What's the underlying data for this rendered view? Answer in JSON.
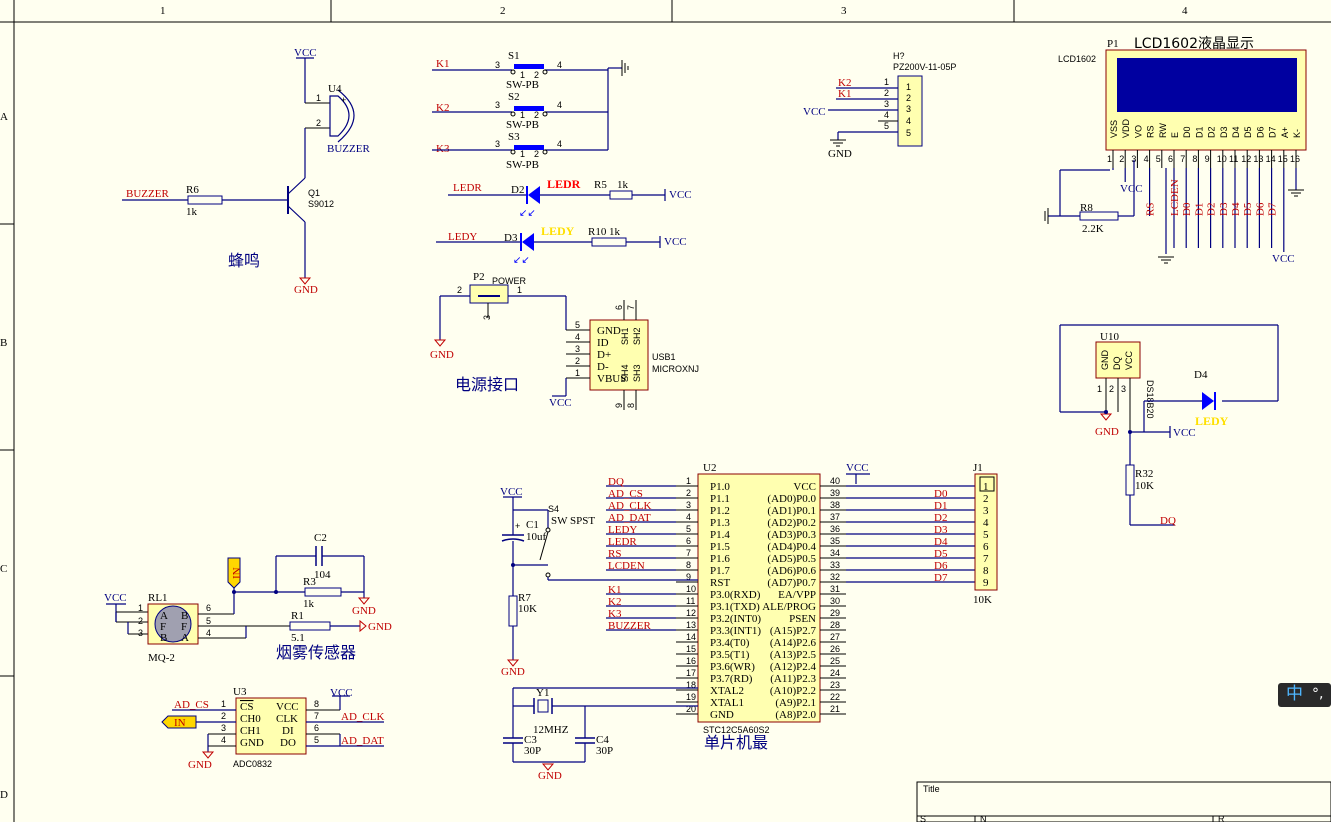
{
  "frame": {
    "cols": [
      "1",
      "2",
      "3",
      "4"
    ],
    "rows": [
      "A",
      "B",
      "C",
      "D"
    ],
    "title_label": "Title",
    "size_label": "S",
    "number_label": "N",
    "revision_label": "R"
  },
  "buzzer": {
    "vcc": "VCC",
    "ref": "U4",
    "value": "BUZZER",
    "q_ref": "Q1",
    "q_part": "S9012",
    "r_ref": "R6",
    "r_val": "1k",
    "net": "BUZZER",
    "gnd": "GND",
    "caption": "蜂鸣",
    "pins": [
      "1",
      "2"
    ]
  },
  "switches": [
    {
      "net": "K1",
      "ref": "S1",
      "part": "SW-PB",
      "pins": [
        "3",
        "1",
        "2",
        "4"
      ]
    },
    {
      "net": "K2",
      "ref": "S2",
      "part": "SW-PB",
      "pins": [
        "3",
        "1",
        "2",
        "4"
      ]
    },
    {
      "net": "K3",
      "ref": "S3",
      "part": "SW-PB",
      "pins": [
        "3",
        "1",
        "2",
        "4"
      ]
    }
  ],
  "leds": [
    {
      "net": "LEDR",
      "ref": "D2",
      "label": "LEDR",
      "r_ref": "R5",
      "r_val": "1k",
      "vcc": "VCC",
      "color": "#FF0000"
    },
    {
      "net": "LEDY",
      "ref": "D3",
      "label": "LEDY",
      "r_ref": "R10",
      "r_val": "1k",
      "vcc": "VCC",
      "color": "#FFE000"
    }
  ],
  "power": {
    "p_ref": "P2",
    "p_name": "POWER",
    "pins": [
      "2",
      "1",
      "3"
    ],
    "gnd": "GND",
    "usb_ref": "USB1",
    "usb_part": "MICROXNJ",
    "vcc": "VCC",
    "usb_pins": [
      "GND",
      "ID",
      "D+",
      "D-",
      "VBUS"
    ],
    "usb_pin_nums": [
      "5",
      "4",
      "3",
      "2",
      "1"
    ],
    "usb_sh": [
      "SH1",
      "SH2",
      "SH4",
      "SH3"
    ],
    "usb_sh_nums": [
      "6",
      "7",
      "9",
      "8"
    ],
    "caption": "电源接口"
  },
  "header": {
    "ref": "H?",
    "part": "PZ200V-11-05P",
    "nets": [
      "K2",
      "K1",
      "VCC"
    ],
    "pins": [
      "1",
      "2",
      "3",
      "4",
      "5"
    ],
    "gnd": "GND"
  },
  "lcd": {
    "ref": "P1",
    "title": "LCD1602液晶显示",
    "part": "LCD1602",
    "pins": [
      "VSS",
      "VDD",
      "VO",
      "RS",
      "RW",
      "E",
      "D0",
      "D1",
      "D2",
      "D3",
      "D4",
      "D5",
      "D6",
      "D7",
      "A+",
      "K-"
    ],
    "pin_nums": [
      "1",
      "2",
      "3",
      "4",
      "5",
      "6",
      "7",
      "8",
      "9",
      "10",
      "11",
      "12",
      "13",
      "14",
      "15",
      "16"
    ],
    "nets": [
      "RS",
      "LCDEN",
      "D0",
      "D1",
      "D2",
      "D3",
      "D4",
      "D5",
      "D6",
      "D7"
    ],
    "r_ref": "R8",
    "r_val": "2.2K",
    "vcc": "VCC"
  },
  "ds18b20": {
    "ref": "U10",
    "part": "DS18B20",
    "pins": [
      "GND",
      "DQ",
      "VCC"
    ],
    "pin_nums": [
      "1",
      "2",
      "3"
    ],
    "led_ref": "D4",
    "led_label": "LEDY",
    "gnd": "GND",
    "vcc": "VCC",
    "r_ref": "R32",
    "r_val": "10K",
    "net": "DQ"
  },
  "mcu": {
    "ref": "U2",
    "part": "STC12C5A60S2",
    "caption": "单片机最",
    "vcc": "VCC",
    "left_nets": [
      "DQ",
      "AD_CS",
      "AD_CLK",
      "AD_DAT",
      "LEDY",
      "LEDR",
      "RS",
      "LCDEN",
      "",
      "K1",
      "K2",
      "K3",
      "BUZZER"
    ],
    "left_pins": [
      "P1.0",
      "P1.1",
      "P1.2",
      "P1.3",
      "P1.4",
      "P1.5",
      "P1.6",
      "P1.7",
      "RST",
      "P3.0(RXD)",
      "P3.1(TXD)",
      "P3.2(INT0)",
      "P3.3(INT1)",
      "P3.4(T0)",
      "P3.5(T1)",
      "P3.6(WR)",
      "P3.7(RD)",
      "XTAL2",
      "XTAL1",
      "GND"
    ],
    "left_nums": [
      "1",
      "2",
      "3",
      "4",
      "5",
      "6",
      "7",
      "8",
      "9",
      "10",
      "11",
      "12",
      "13",
      "14",
      "15",
      "16",
      "17",
      "18",
      "19",
      "20"
    ],
    "right_pins": [
      "VCC",
      "(AD0)P0.0",
      "(AD1)P0.1",
      "(AD2)P0.2",
      "(AD3)P0.3",
      "(AD4)P0.4",
      "(AD5)P0.5",
      "(AD6)P0.6",
      "(AD7)P0.7",
      "EA/VPP",
      "ALE/PROG",
      "PSEN",
      "(A15)P2.7",
      "(A14)P2.6",
      "(A13)P2.5",
      "(A12)P2.4",
      "(A11)P2.3",
      "(A10)P2.2",
      "(A9)P2.1",
      "(A8)P2.0"
    ],
    "right_nums": [
      "40",
      "39",
      "38",
      "37",
      "36",
      "35",
      "34",
      "33",
      "32",
      "31",
      "30",
      "29",
      "28",
      "27",
      "26",
      "25",
      "24",
      "23",
      "22",
      "21"
    ],
    "right_nets": [
      "D0",
      "D1",
      "D2",
      "D3",
      "D4",
      "D5",
      "D6",
      "D7"
    ]
  },
  "j1": {
    "ref": "J1",
    "value": "10K",
    "pins": [
      "1",
      "2",
      "3",
      "4",
      "5",
      "6",
      "7",
      "8",
      "9"
    ]
  },
  "reset": {
    "vcc": "VCC",
    "c_ref": "C1",
    "c_val": "10uf",
    "s_ref": "S4",
    "s_part": "SW SPST",
    "r_ref": "R7",
    "r_val": "10K",
    "gnd": "GND"
  },
  "crystal": {
    "ref": "Y1",
    "value": "12MHZ",
    "c3": "C3",
    "c3_val": "30P",
    "c4": "C4",
    "c4_val": "30P",
    "gnd": "GND"
  },
  "smoke": {
    "vcc": "VCC",
    "ref": "RL1",
    "part": "MQ-2",
    "pin_l": [
      "A",
      "F",
      "B"
    ],
    "pin_r": [
      "B",
      "F",
      "A"
    ],
    "nums_l": [
      "1",
      "2",
      "3"
    ],
    "nums_r": [
      "6",
      "5",
      "4"
    ],
    "net": "IN",
    "c_ref": "C2",
    "c_val": "104",
    "r3": "R3",
    "r3_val": "1k",
    "r1": "R1",
    "r1_val": "5.1",
    "gnd": "GND",
    "caption": "烟雾传感器"
  },
  "adc": {
    "ref": "U3",
    "part": "ADC0832",
    "net_cs": "AD_CS",
    "net_in": "IN",
    "left_pins": [
      "CS",
      "CH0",
      "CH1",
      "GND"
    ],
    "left_nums": [
      "1",
      "2",
      "3",
      "4"
    ],
    "right_pins": [
      "VCC",
      "CLK",
      "DI",
      "DO"
    ],
    "right_nums": [
      "8",
      "7",
      "6",
      "5"
    ],
    "vcc": "VCC",
    "net_clk": "AD_CLK",
    "net_dat": "AD_DAT",
    "gnd": "GND"
  },
  "ime": {
    "zh": "中",
    "punct": "°,"
  },
  "colors": {
    "wire": "#000080",
    "net": "#C00000",
    "part": "#000080",
    "body": "#FFFFB0",
    "pin": "#000000",
    "bg": "#FFFFF0",
    "ledBlue": "#0000FF"
  }
}
